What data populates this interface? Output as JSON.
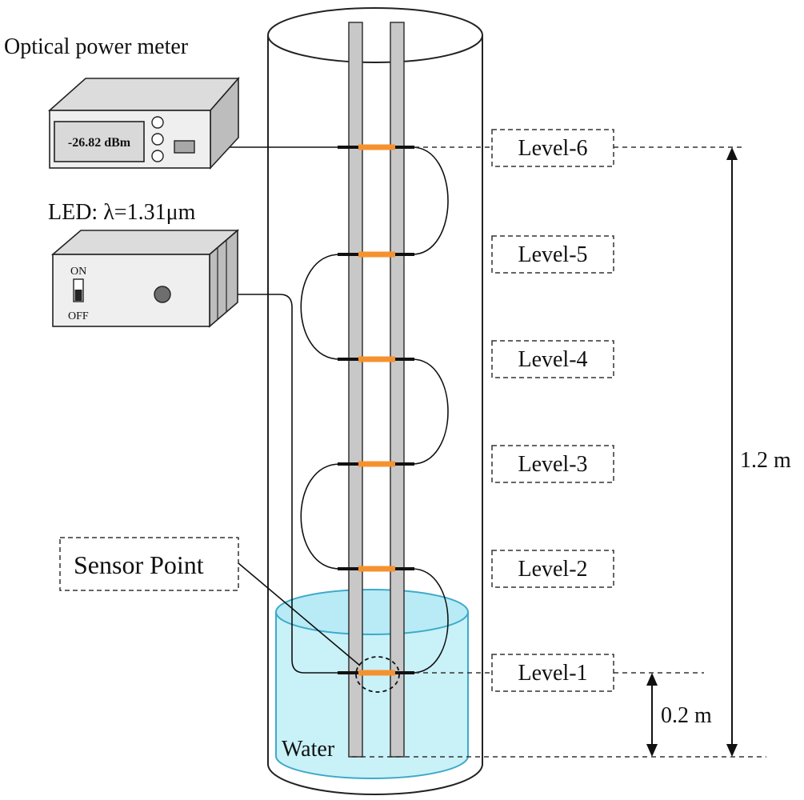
{
  "labels": {
    "meter_title": "Optical power meter",
    "meter_reading": "-26.82 dBm",
    "led_title": "LED: λ=1.31μm",
    "switch_on": "ON",
    "switch_off": "OFF",
    "sensor_point": "Sensor Point",
    "water": "Water"
  },
  "levels": [
    "Level-1",
    "Level-2",
    "Level-3",
    "Level-4",
    "Level-5",
    "Level-6"
  ],
  "dimensions": {
    "total_height": "1.2 m",
    "bottom_offset": "0.2 m"
  },
  "colors": {
    "water_fill": "#c9f1f8",
    "water_stroke": "#3fa9c8",
    "rod_fill": "#c8c8c8",
    "sensor_band": "#f5922f",
    "device_face": "#efefef",
    "display_fill": "#d9d9d9"
  }
}
